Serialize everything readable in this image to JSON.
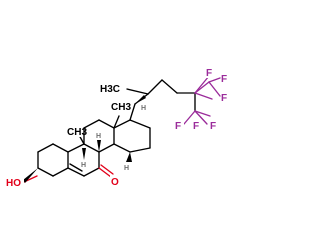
{
  "molecule": {
    "atom_labels": {
      "hydroxyl": "HO",
      "ketone_oxygen": "O",
      "methyl_c10": "CH3",
      "methyl_c13": "CH3",
      "methyl_c21": "H3C",
      "h_c8": "H",
      "h_c9": "H",
      "h_c14": "H",
      "h_c17": "H",
      "fluorine": "F"
    },
    "colors": {
      "carbon": "#000000",
      "oxygen": "#e2001a",
      "fluorine": "#9a2b9a",
      "stereo_hydrogen": "#6e6e6e"
    }
  }
}
